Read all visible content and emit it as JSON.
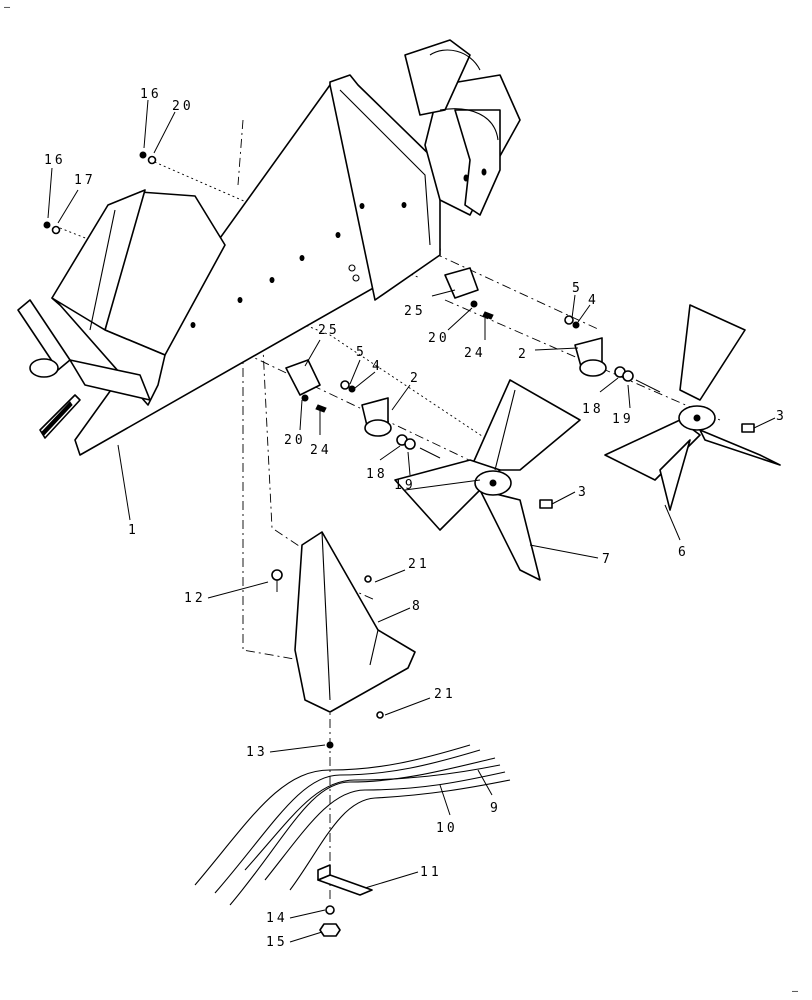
{
  "corner_marks": {
    "top_left": "–",
    "bottom_right": "–"
  },
  "callouts": {
    "c1": "1",
    "c2a": "2",
    "c2b": "2",
    "c3a": "3",
    "c3b": "3",
    "c4a": "4",
    "c4b": "4",
    "c5a": "5",
    "c5b": "5",
    "c6": "6",
    "c7": "7",
    "c8": "8",
    "c9": "9",
    "c10": "10",
    "c11": "11",
    "c12": "12",
    "c13": "13",
    "c14": "14",
    "c15": "15",
    "c16a": "16",
    "c16b": "16",
    "c17": "17",
    "c18a": "18",
    "c18b": "18",
    "c19a": "19",
    "c19b": "19",
    "c20a": "20",
    "c20b": "20",
    "c20c": "20",
    "c21a": "21",
    "c21b": "21",
    "c24a": "24",
    "c24b": "24",
    "c25a": "25",
    "c25b": "25"
  }
}
